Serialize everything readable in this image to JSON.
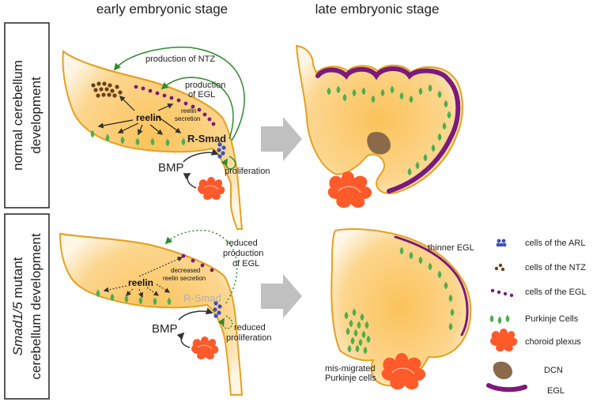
{
  "columns": {
    "early": "early embryonic stage",
    "late": "late embryonic stage"
  },
  "rows": {
    "normal": [
      "normal cerebellum",
      "development"
    ],
    "mutant_prefix": "Smad1/5",
    "mutant_suffix": " mutant",
    "mutant_line2": "cerebellum development"
  },
  "normal_early": {
    "production_ntz": "production of NTZ",
    "production_egl": [
      "production",
      "of EGL"
    ],
    "reelin": "reelin",
    "reelin_secretion": [
      "reelin",
      "secretion"
    ],
    "r_smad": "R-Smad",
    "bmp": "BMP",
    "proliferation": "proliferation"
  },
  "mutant_early": {
    "reduced_production": [
      "reduced",
      "production",
      "of EGL"
    ],
    "decreased_reelin": [
      "decreased",
      "reelin secretion"
    ],
    "reelin": "reelin",
    "r_smad": "R-Smad",
    "bmp": "BMP",
    "reduced_proliferation": [
      "reduced",
      "proliferation"
    ]
  },
  "mutant_late": {
    "thinner_egl": "thinner EGL",
    "mis_migrated": [
      "mis-migrated",
      "Purkinje cells"
    ]
  },
  "legend": [
    {
      "label": "cells of the ARL",
      "icon": "arl-cells-icon"
    },
    {
      "label": "cells of the NTZ",
      "icon": "ntz-cells-icon"
    },
    {
      "label": "cells of the EGL",
      "icon": "egl-cells-icon"
    },
    {
      "label": "Purkinje Cells",
      "icon": "purkinje-cells-icon"
    },
    {
      "label": "choroid plexus",
      "icon": "choroid-plexus-icon"
    },
    {
      "label": "DCN",
      "icon": "dcn-icon"
    },
    {
      "label": "EGL",
      "icon": "egl-band-icon"
    }
  ],
  "colors": {
    "tissue": "#fbc25a",
    "outline": "#e8a020",
    "egl": "#7b1a7b",
    "purkinje": "#4caf50",
    "arrow_green": "#2e8b2e",
    "arl": "#3b4fb8",
    "ntz": "#6b3f1c",
    "plexus": "#ff5a2a",
    "dcn": "#8b6a4a",
    "big_arrow": "#c0c0c0"
  }
}
